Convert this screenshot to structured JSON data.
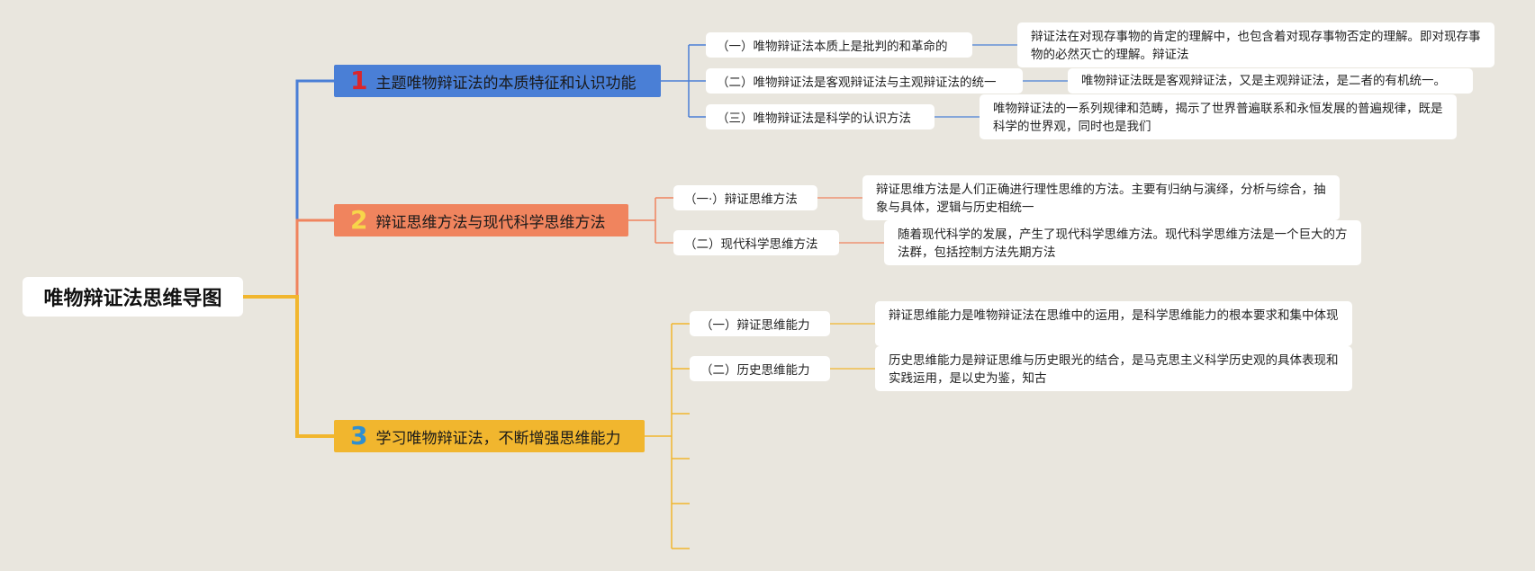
{
  "root": {
    "label": "唯物辩证法思维导图"
  },
  "colors": {
    "branch1": "#4a7fd6",
    "branch2": "#f0845e",
    "branch3": "#f1b62e",
    "num1": "#d9262c",
    "num2": "#f7d54a",
    "num3": "#2f8fd0"
  },
  "branches": [
    {
      "num": "1",
      "label": "主题唯物辩证法的本质特征和认识功能",
      "subs": [
        {
          "label": "（一）唯物辩证法本质上是批判的和革命的",
          "detail": "辩证法在对现存事物的肯定的理解中，也包含着对现存事物否定的理解。即对现存事物的必然灭亡的理解。辩证法"
        },
        {
          "label": "（二）唯物辩证法是客观辩证法与主观辩证法的统一",
          "detail": "唯物辩证法既是客观辩证法，又是主观辩证法，是二者的有机统一。"
        },
        {
          "label": "（三）唯物辩证法是科学的认识方法",
          "detail": "唯物辩证法的一系列规律和范畴，揭示了世界普遍联系和永恒发展的普遍规律，既是科学的世界观，同时也是我们"
        }
      ]
    },
    {
      "num": "2",
      "label": "辩证思维方法与现代科学思维方法",
      "subs": [
        {
          "label": "（一·）辩证思维方法",
          "detail": "辩证思维方法是人们正确进行理性思维的方法。主要有归纳与演绎，分析与综合，抽象与具体，逻辑与历史相统一"
        },
        {
          "label": "（二）现代科学思维方法",
          "detail": "随着现代科学的发展，产生了现代科学思维方法。现代科学思维方法是一个巨大的方法群，包括控制方法先期方法"
        }
      ]
    },
    {
      "num": "3",
      "label": "学习唯物辩证法，不断增强思维能力",
      "subs": [
        {
          "label": "（一）辩证思维能力",
          "detail": "辩证思维能力是唯物辩证法在思维中的运用，是科学思维能力的根本要求和集中体现"
        },
        {
          "label": "（二）历史思维能力",
          "detail": "历史思维能力是辩证思维与历史眼光的结合，是马克思主义科学历史观的具体表现和实践运用，是以史为鉴，知古"
        }
      ]
    }
  ]
}
